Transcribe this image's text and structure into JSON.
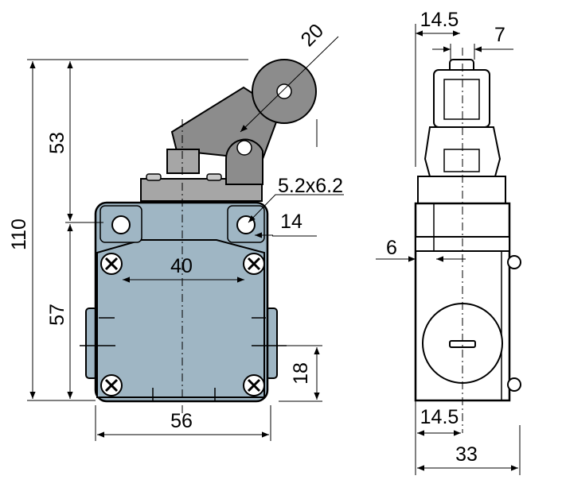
{
  "front_view": {
    "dims": {
      "roller_diameter": "20",
      "slot": "5.2x6.2",
      "hole_edge_offset": "14",
      "hole_spacing": "40",
      "height_total": "110",
      "height_upper": "53",
      "height_lower": "57",
      "width": "56",
      "side_offset": "18"
    }
  },
  "side_view": {
    "dims": {
      "roller_center_offset": "14.5",
      "roller_width": "7",
      "plate_offset": "6",
      "base_center_offset": "14.5",
      "depth": "33"
    }
  },
  "colors": {
    "body_fill": "#9fb6c4",
    "lever_fill": "#8c8c8c",
    "plate_fill": "#a6a6a6",
    "line": "#000000"
  }
}
